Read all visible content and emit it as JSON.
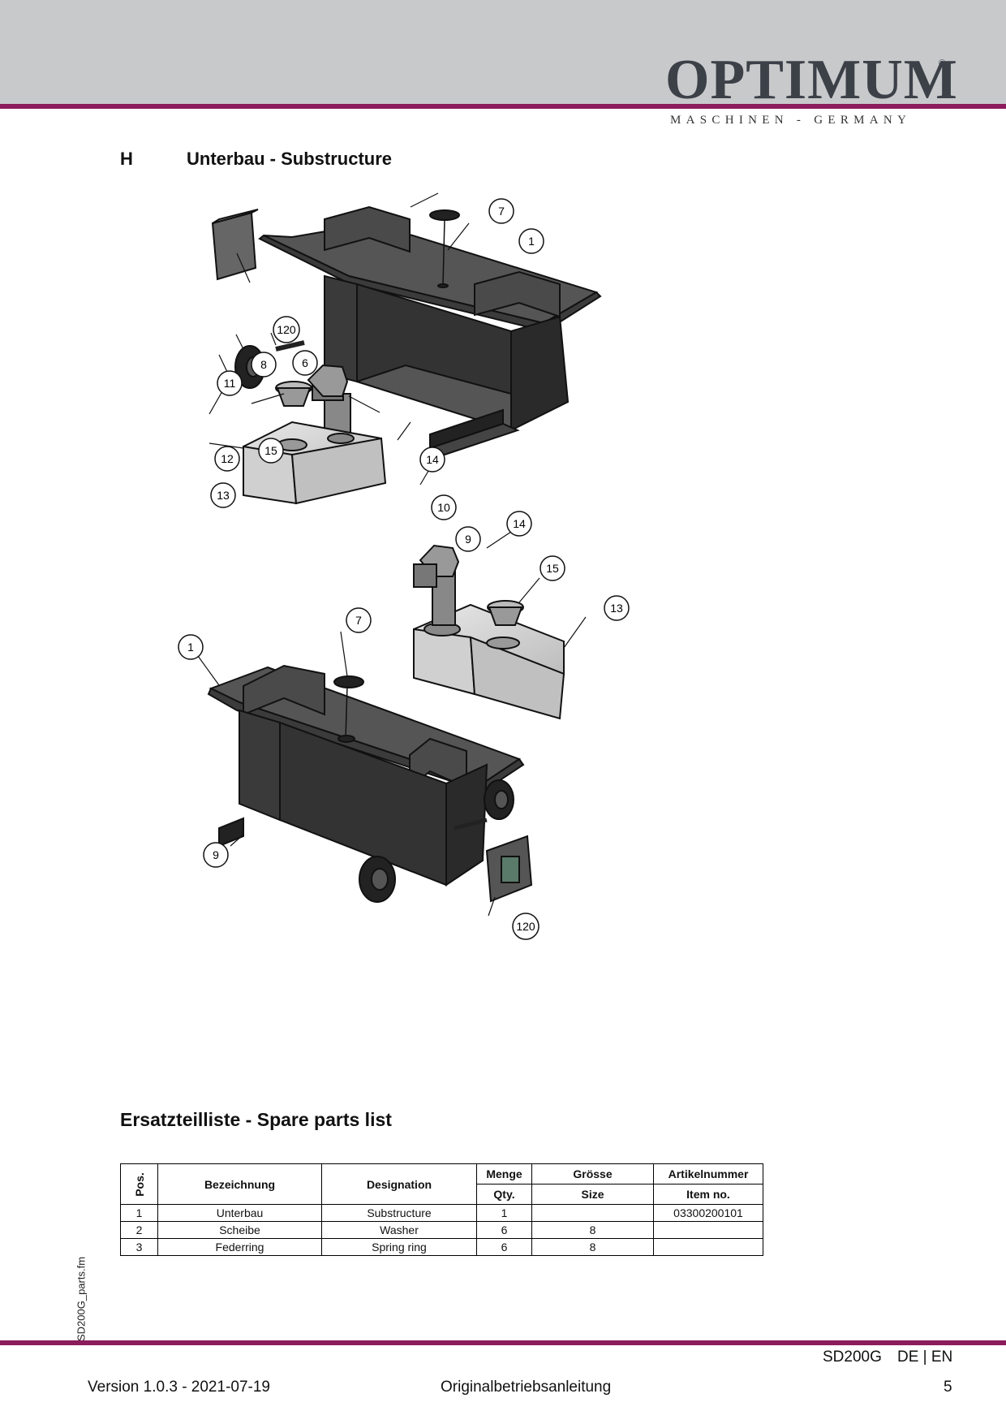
{
  "brand": {
    "name": "OPTIMUM",
    "registered": "®",
    "tagline": "MASCHINEN - GERMANY"
  },
  "section": {
    "letter": "H",
    "title": "Unterbau - Substructure"
  },
  "diagram": {
    "callouts_top": [
      "7",
      "1",
      "120",
      "8",
      "6",
      "11",
      "15",
      "14",
      "12",
      "13",
      "10",
      "9"
    ],
    "callouts_bottom": [
      "14",
      "15",
      "13",
      "7",
      "1",
      "9",
      "120"
    ]
  },
  "parts_list": {
    "title": "Ersatzteilliste - Spare parts list",
    "headers": {
      "pos": "Pos.",
      "bezeichnung": "Bezeichnung",
      "designation": "Designation",
      "menge": "Menge",
      "qty": "Qty.",
      "groesse": "Grösse",
      "size": "Size",
      "artikelnummer": "Artikelnummer",
      "item_no": "Item no."
    },
    "rows": [
      {
        "pos": "1",
        "bezeichnung": "Unterbau",
        "designation": "Substructure",
        "qty": "1",
        "size": "",
        "item": "03300200101"
      },
      {
        "pos": "2",
        "bezeichnung": "Scheibe",
        "designation": "Washer",
        "qty": "6",
        "size": "8",
        "item": ""
      },
      {
        "pos": "3",
        "bezeichnung": "Federring",
        "designation": "Spring ring",
        "qty": "6",
        "size": "8",
        "item": ""
      }
    ]
  },
  "side_file": "SD200G_parts.fm",
  "footer": {
    "model": "SD200G",
    "languages": "DE | EN",
    "version": "Version 1.0.3 - 2021-07-19",
    "document": "Originalbetriebsanleitung",
    "page": "5"
  },
  "colors": {
    "accent": "#8c1c5c",
    "header_band": "#c8c9cb",
    "brand_text": "#3c4148"
  }
}
